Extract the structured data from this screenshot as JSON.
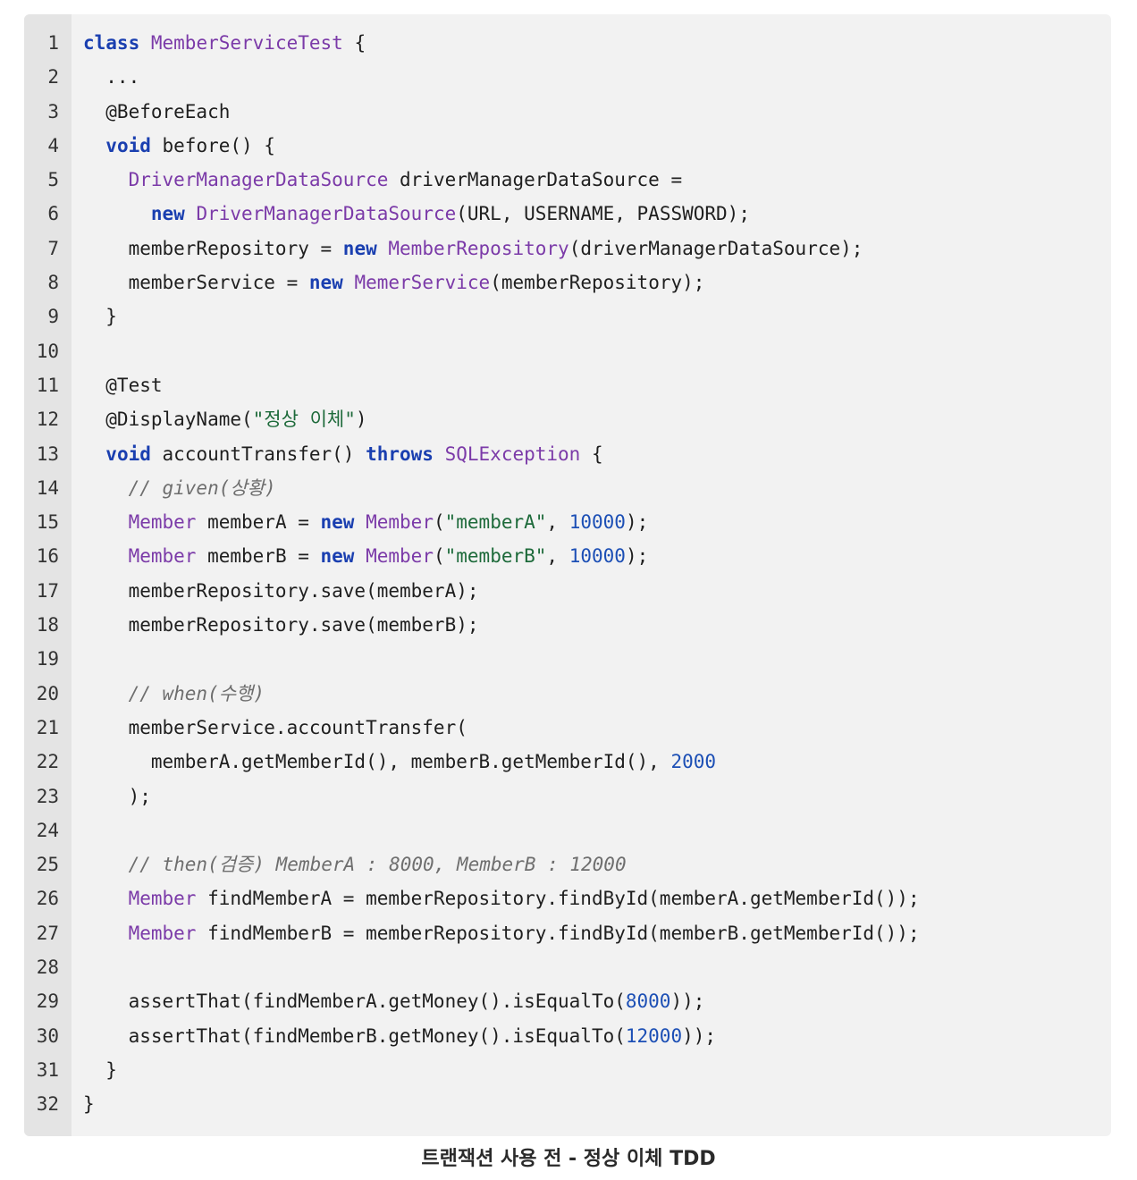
{
  "code_block": {
    "lines": [
      [
        {
          "t": "class",
          "k": "kw"
        },
        {
          "t": " "
        },
        {
          "t": "MemberServiceTest",
          "k": "type"
        },
        {
          "t": " {"
        }
      ],
      [
        {
          "t": "  ..."
        }
      ],
      [
        {
          "t": "  @BeforeEach",
          "k": "ann"
        }
      ],
      [
        {
          "t": "  "
        },
        {
          "t": "void",
          "k": "kw"
        },
        {
          "t": " before() {"
        }
      ],
      [
        {
          "t": "    "
        },
        {
          "t": "DriverManagerDataSource",
          "k": "type"
        },
        {
          "t": " driverManagerDataSource ="
        }
      ],
      [
        {
          "t": "      "
        },
        {
          "t": "new",
          "k": "kw"
        },
        {
          "t": " "
        },
        {
          "t": "DriverManagerDataSource",
          "k": "type"
        },
        {
          "t": "(URL, USERNAME, PASSWORD);"
        }
      ],
      [
        {
          "t": "    memberRepository = "
        },
        {
          "t": "new",
          "k": "kw"
        },
        {
          "t": " "
        },
        {
          "t": "MemberRepository",
          "k": "type"
        },
        {
          "t": "(driverManagerDataSource);"
        }
      ],
      [
        {
          "t": "    memberService = "
        },
        {
          "t": "new",
          "k": "kw"
        },
        {
          "t": " "
        },
        {
          "t": "MemerService",
          "k": "type"
        },
        {
          "t": "(memberRepository);"
        }
      ],
      [
        {
          "t": "  }"
        }
      ],
      [],
      [
        {
          "t": "  @Test",
          "k": "ann"
        }
      ],
      [
        {
          "t": "  @DisplayName(",
          "k": "ann"
        },
        {
          "t": "\"정상 이체\"",
          "k": "str"
        },
        {
          "t": ")"
        }
      ],
      [
        {
          "t": "  "
        },
        {
          "t": "void",
          "k": "kw"
        },
        {
          "t": " accountTransfer() "
        },
        {
          "t": "throws",
          "k": "kw"
        },
        {
          "t": " "
        },
        {
          "t": "SQLException",
          "k": "type"
        },
        {
          "t": " {"
        }
      ],
      [
        {
          "t": "    "
        },
        {
          "t": "// given(상황)",
          "k": "com"
        }
      ],
      [
        {
          "t": "    "
        },
        {
          "t": "Member",
          "k": "type"
        },
        {
          "t": " memberA = "
        },
        {
          "t": "new",
          "k": "kw"
        },
        {
          "t": " "
        },
        {
          "t": "Member",
          "k": "type"
        },
        {
          "t": "("
        },
        {
          "t": "\"memberA\"",
          "k": "str"
        },
        {
          "t": ", "
        },
        {
          "t": "10000",
          "k": "num"
        },
        {
          "t": ");"
        }
      ],
      [
        {
          "t": "    "
        },
        {
          "t": "Member",
          "k": "type"
        },
        {
          "t": " memberB = "
        },
        {
          "t": "new",
          "k": "kw"
        },
        {
          "t": " "
        },
        {
          "t": "Member",
          "k": "type"
        },
        {
          "t": "("
        },
        {
          "t": "\"memberB\"",
          "k": "str"
        },
        {
          "t": ", "
        },
        {
          "t": "10000",
          "k": "num"
        },
        {
          "t": ");"
        }
      ],
      [
        {
          "t": "    memberRepository.save(memberA);"
        }
      ],
      [
        {
          "t": "    memberRepository.save(memberB);"
        }
      ],
      [],
      [
        {
          "t": "    "
        },
        {
          "t": "// when(수행)",
          "k": "com"
        }
      ],
      [
        {
          "t": "    memberService.accountTransfer("
        }
      ],
      [
        {
          "t": "      memberA.getMemberId(), memberB.getMemberId(), "
        },
        {
          "t": "2000",
          "k": "num"
        }
      ],
      [
        {
          "t": "    );"
        }
      ],
      [],
      [
        {
          "t": "    "
        },
        {
          "t": "// then(검증) MemberA : 8000, MemberB : 12000",
          "k": "com"
        }
      ],
      [
        {
          "t": "    "
        },
        {
          "t": "Member",
          "k": "type"
        },
        {
          "t": " findMemberA = memberRepository.findById(memberA.getMemberId());"
        }
      ],
      [
        {
          "t": "    "
        },
        {
          "t": "Member",
          "k": "type"
        },
        {
          "t": " findMemberB = memberRepository.findById(memberB.getMemberId());"
        }
      ],
      [],
      [
        {
          "t": "    assertThat(findMemberA.getMoney().isEqualTo("
        },
        {
          "t": "8000",
          "k": "num"
        },
        {
          "t": "));"
        }
      ],
      [
        {
          "t": "    assertThat(findMemberB.getMoney().isEqualTo("
        },
        {
          "t": "12000",
          "k": "num"
        },
        {
          "t": "));"
        }
      ],
      [
        {
          "t": "  }"
        }
      ],
      [
        {
          "t": "}"
        }
      ]
    ],
    "line_numbers": [
      "1",
      "2",
      "3",
      "4",
      "5",
      "6",
      "7",
      "8",
      "9",
      "10",
      "11",
      "12",
      "13",
      "14",
      "15",
      "16",
      "17",
      "18",
      "19",
      "20",
      "21",
      "22",
      "23",
      "24",
      "25",
      "26",
      "27",
      "28",
      "29",
      "30",
      "31",
      "32"
    ]
  },
  "caption": "트랜잭션 사용 전 - 정상 이체 TDD",
  "colors": {
    "keyword": "#1a3fb0",
    "type": "#7b3aa8",
    "string": "#1d6a3a",
    "number": "#1c4fb5",
    "comment": "#6e6e6e",
    "background": "#f2f2f2",
    "gutter": "#e4e4e4"
  }
}
